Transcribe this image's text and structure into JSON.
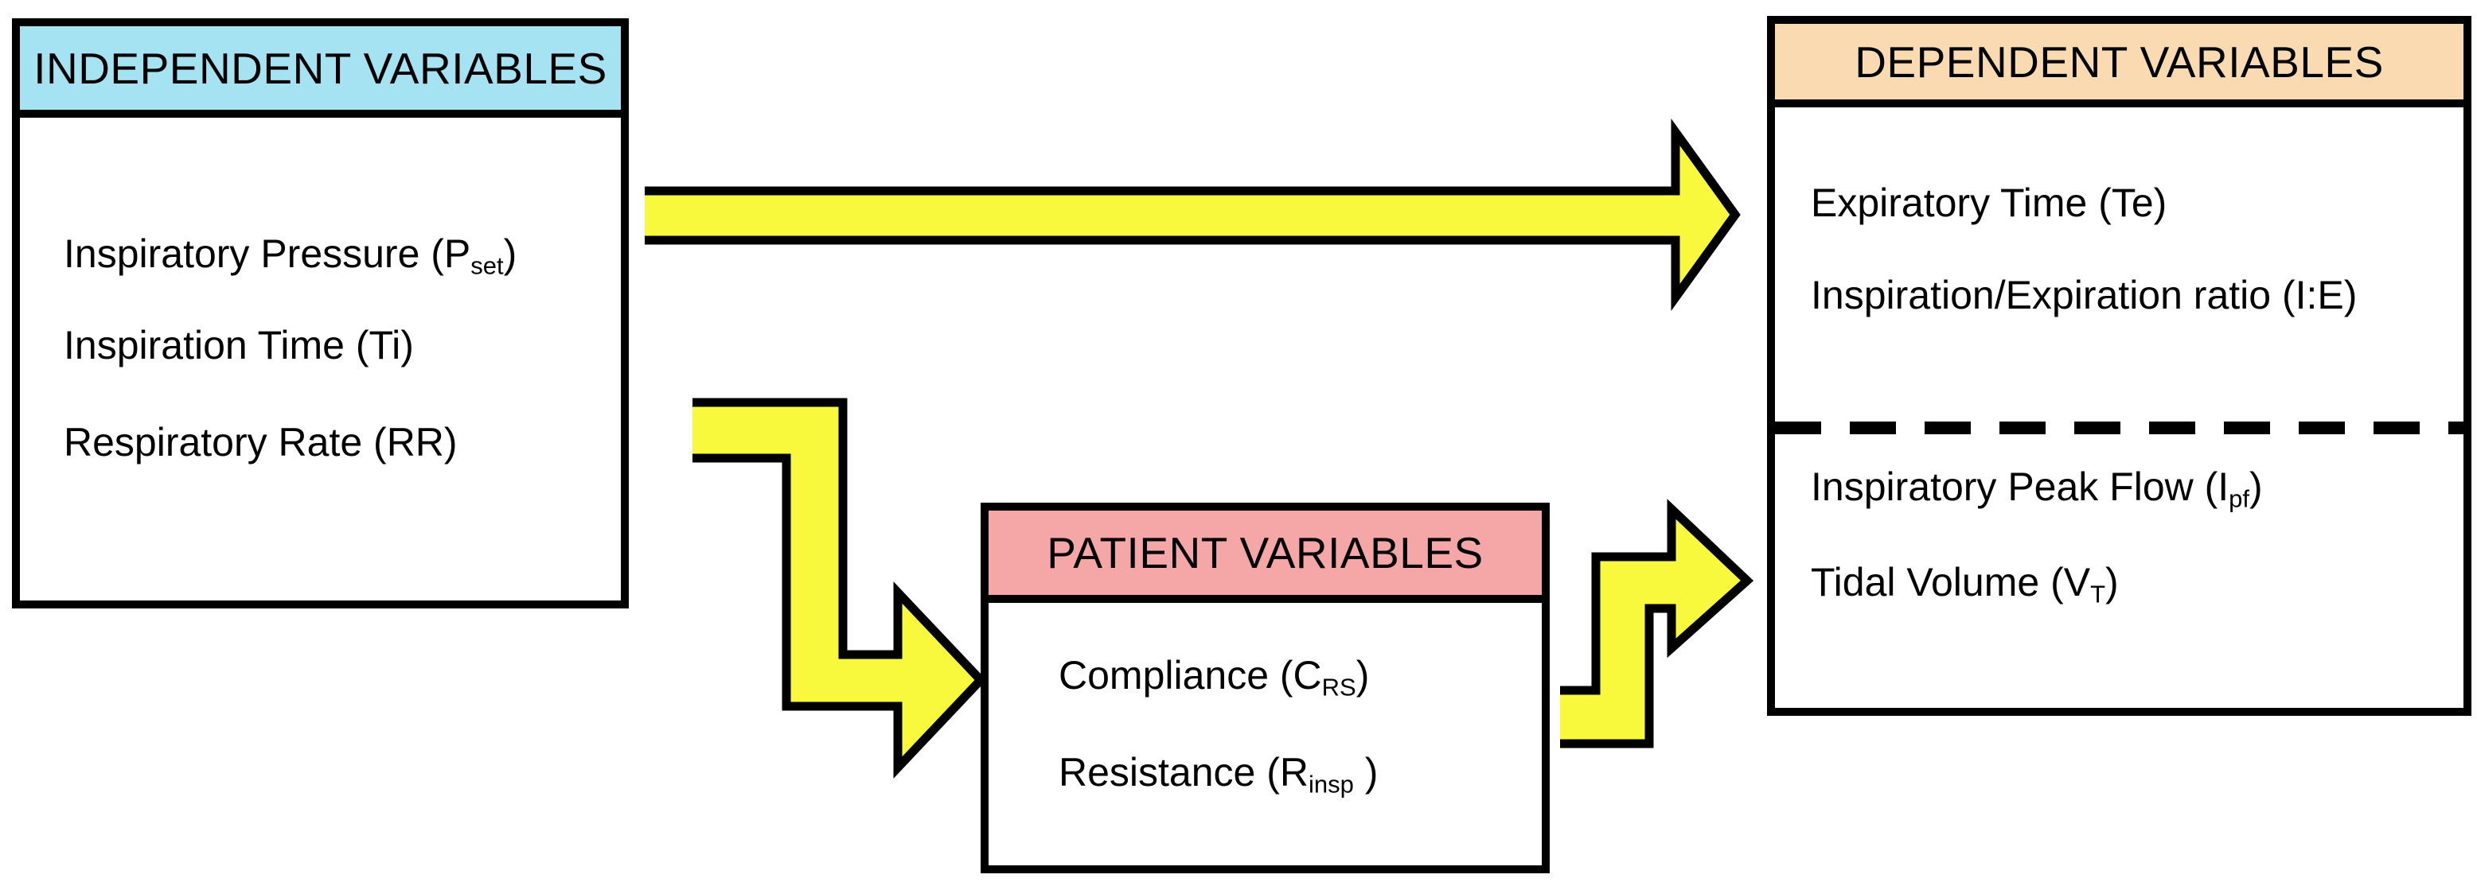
{
  "figure": {
    "boxes": {
      "independent": {
        "title": "INDEPENDENT VARIABLES",
        "header_color": "#a5e2f2",
        "items": [
          {
            "pre": "Inspiratory Pressure (P",
            "sub": "set",
            "post": ")"
          },
          {
            "pre": "Inspiration Time (Ti)",
            "sub": "",
            "post": ""
          },
          {
            "pre": "Respiratory Rate (RR)",
            "sub": "",
            "post": ""
          }
        ]
      },
      "patient": {
        "title": "PATIENT VARIABLES",
        "header_color": "#f5a7a7",
        "items": [
          {
            "pre": "Compliance (C",
            "sub": "RS",
            "post": ")"
          },
          {
            "pre": "Resistance (R",
            "sub": "insp",
            "post": " )"
          }
        ]
      },
      "dependent": {
        "title": "DEPENDENT VARIABLES",
        "header_color": "#fadbb1",
        "items_top": [
          {
            "pre": "Expiratory Time (Te)",
            "sub": "",
            "post": ""
          },
          {
            "pre": "Inspiration/Expiration ratio (I:E)",
            "sub": "",
            "post": ""
          }
        ],
        "items_bottom": [
          {
            "pre": "Inspiratory Peak Flow (I",
            "sub": "pf",
            "post": ")"
          },
          {
            "pre": "Tidal Volume (V",
            "sub": "T",
            "post": ")"
          }
        ]
      }
    },
    "arrows": {
      "color": "#f8f83c",
      "outline": "#000000"
    },
    "colors": {
      "background": "#ffffff",
      "border": "#000000",
      "text": "#000000"
    }
  }
}
